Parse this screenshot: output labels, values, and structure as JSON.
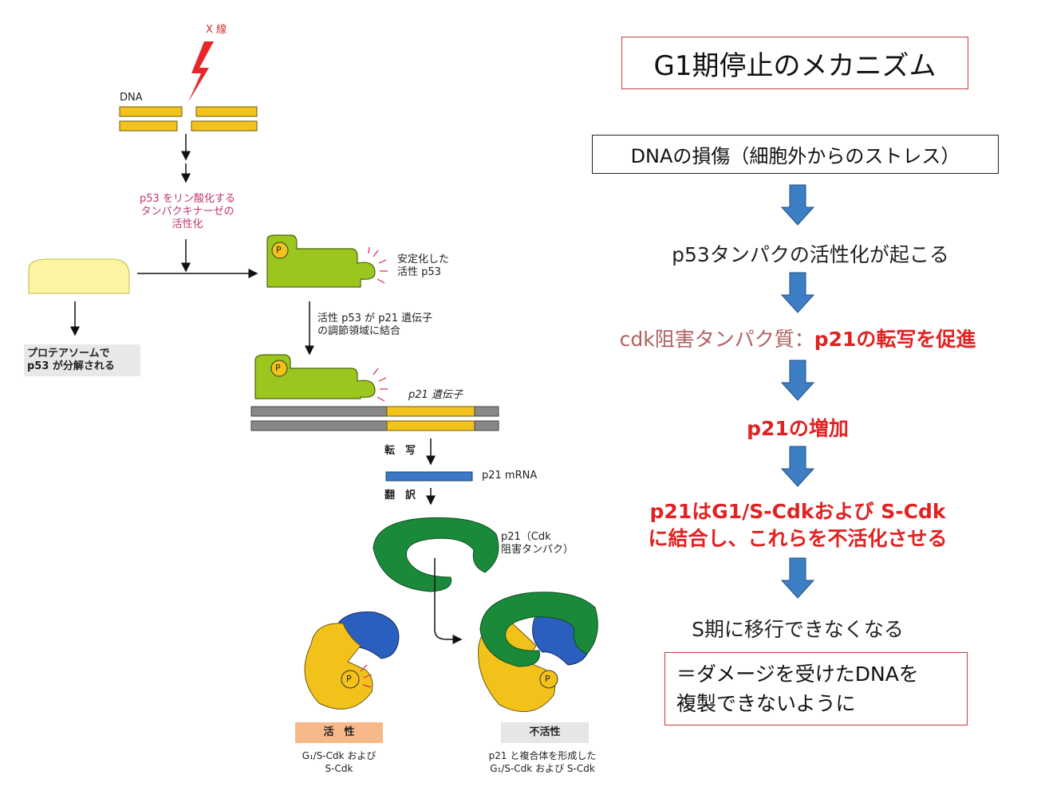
{
  "left": {
    "xray": "X 線",
    "dna": "DNA",
    "kinase": [
      "p53 をリン酸化する",
      "タンパクキナーゼの",
      "活性化"
    ],
    "proteasome": [
      "プロテアソームで",
      "p53 が分解される"
    ],
    "stable": [
      "安定化した",
      "活性 p53"
    ],
    "bind": [
      "活性 p53 が p21 遺伝子",
      "の調節領域に結合"
    ],
    "gene": "p21 遺伝子",
    "transcription": "転　写",
    "mrna": "p21 mRNA",
    "translation": "翻　訳",
    "p21_protein": [
      "p21（Cdk",
      "阻害タンパク）"
    ],
    "p": "P",
    "active_label": "活　性",
    "active_desc": [
      "G₁/S-Cdk および",
      "S-Cdk"
    ],
    "inactive_label": "不活性",
    "inactive_desc": [
      "p21 と複合体を形成した",
      "G₁/S-Cdk および S-Cdk"
    ]
  },
  "right": {
    "title": "G1期停止のメカニズム",
    "step1": "DNAの損傷（細胞外からのストレス）",
    "step2": "p53タンパクの活性化が起こる",
    "step3_prefix": "cdk阻害タンパク質：",
    "step3_main": "p21の転写を促進",
    "step4": "p21の増加",
    "step5_line1": "p21はG1/S-Cdkおよび S-Cdk",
    "step5_line2": "に結合し、これらを不活化させる",
    "step6": "S期に移行できなくなる",
    "conclusion_line1": "＝ダメージを受けたDNAを",
    "conclusion_line2": "複製できないように"
  },
  "colors": {
    "dna_yellow": "#f2c31b",
    "p53_green": "#9bc61e",
    "p21_green": "#1a8a3a",
    "cdk_yellow": "#f3c21a",
    "cyclin_blue": "#2a5fbf",
    "mrna_blue": "#3b78c8",
    "arrow_blue": "#3d7ec4",
    "accent_red": "#e02222"
  }
}
